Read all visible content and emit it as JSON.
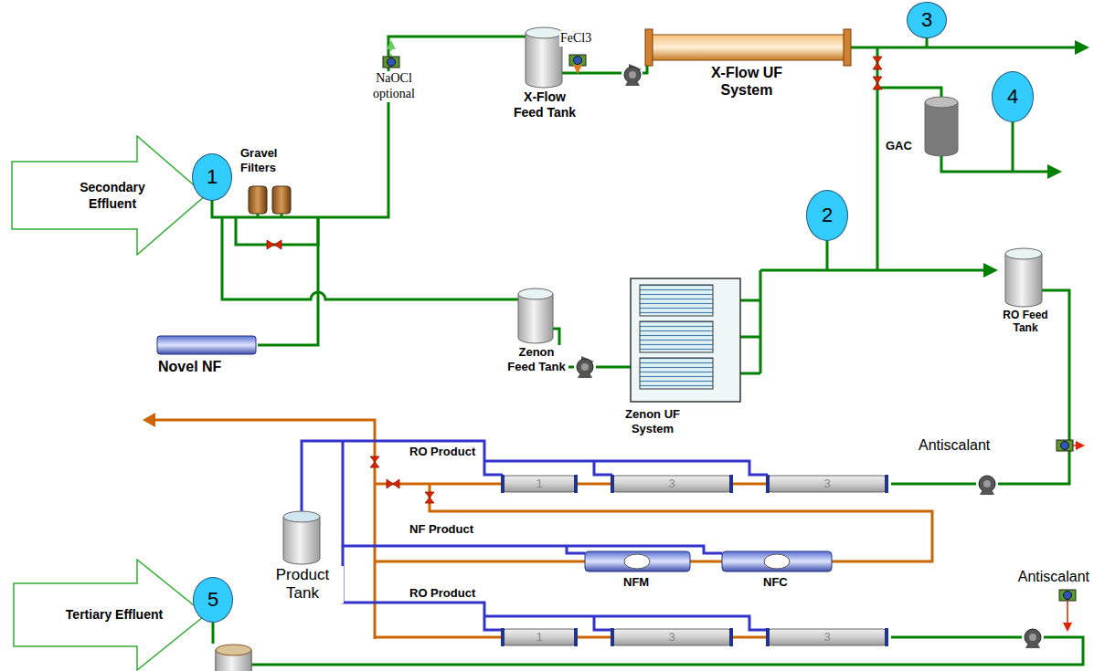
{
  "diagram": {
    "nodes": [
      {
        "text": [
          "Secondary Effluent"
        ]
      },
      {
        "text": [
          "1"
        ]
      },
      {
        "text": [
          "3"
        ]
      },
      {
        "text": [
          "4"
        ]
      },
      {
        "text": [
          "2"
        ]
      },
      {
        "text": [
          "Tertiary Effluent"
        ]
      },
      {
        "text": [
          "5"
        ]
      }
    ],
    "labels": [
      "Gravel Filters",
      "NaOCl optional",
      "X-Flow Feed Tank",
      "FeCl3",
      "X-Flow UF System",
      "GAC",
      "Novel NF",
      "Zenon Feed Tank",
      "Zenon UF System",
      "RO Feed Tank",
      "Antiscalant",
      "RO Product",
      "1",
      "3",
      "3",
      "NF Product",
      "NFM",
      "NFC",
      "Product Tank",
      "Antiscalant",
      "RO Product",
      "1",
      "3",
      "3"
    ]
  }
}
